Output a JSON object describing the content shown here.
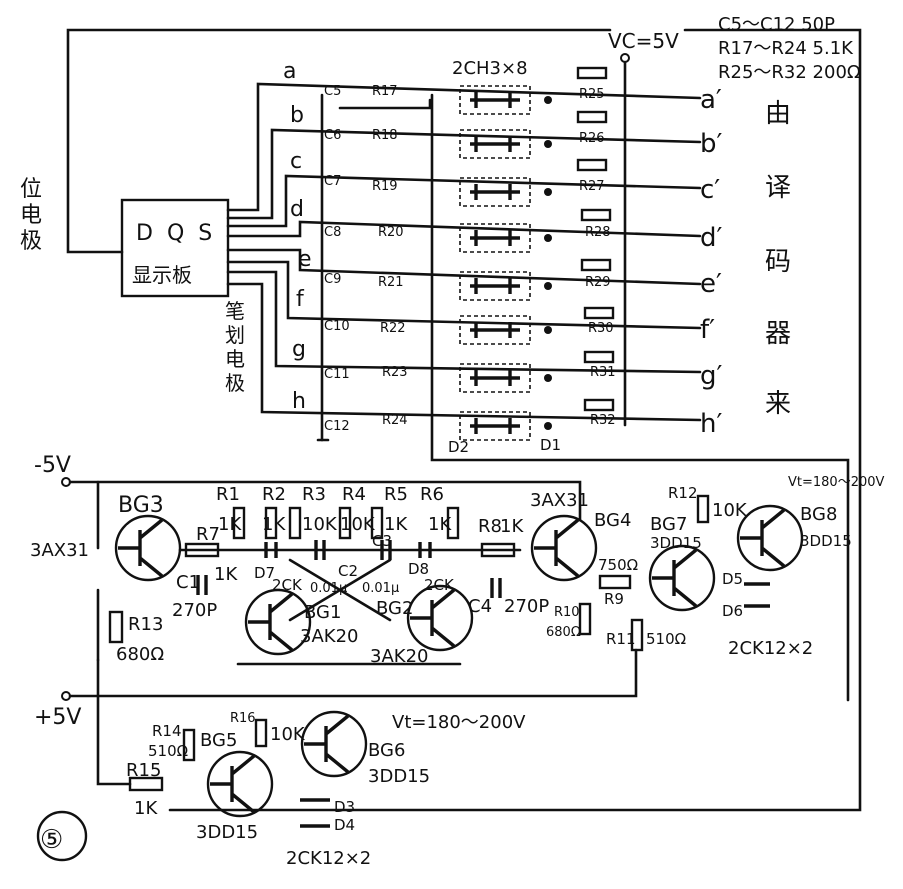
{
  "figure_number": "⑤",
  "display_board": {
    "title": "DQS",
    "subtitle": "显示板"
  },
  "left_labels": {
    "digit_electrode": [
      "位",
      "电",
      "极"
    ],
    "segment_electrode": [
      "笔",
      "划",
      "电",
      "极"
    ]
  },
  "right_labels": [
    "由",
    "译",
    "码",
    "器",
    "来"
  ],
  "inputs": [
    "a",
    "b",
    "c",
    "d",
    "e",
    "f",
    "g",
    "h"
  ],
  "outputs": [
    "a′",
    "b′",
    "c′",
    "d′",
    "e′",
    "f′",
    "g′",
    "h′"
  ],
  "caps_top": [
    "C5",
    "C6",
    "C7",
    "C8",
    "C9",
    "C10",
    "C11",
    "C12"
  ],
  "res_top": [
    "R17",
    "R18",
    "R19",
    "R20",
    "R21",
    "R22",
    "R23",
    "R24"
  ],
  "res_pull": [
    "R25",
    "R26",
    "R27",
    "R28",
    "R29",
    "R30",
    "R31",
    "R32"
  ],
  "diode_array": "2CH3×8",
  "vcc": "VC=5V",
  "notes": [
    "C5～C12  50P",
    "R17～R24  5.1K",
    "R25～R32  200Ω"
  ],
  "diode_marks": [
    "D2",
    "D1"
  ],
  "supply_neg": "-5V",
  "supply_pos": "+5V",
  "transistors": {
    "bg3": {
      "name": "BG3",
      "type": "3AX31"
    },
    "bg1": {
      "name": "BG1",
      "type": "3AK20"
    },
    "bg2": {
      "name": "BG2",
      "type": "3AK20"
    },
    "bg4": {
      "name": "BG4",
      "type": "3AX31"
    },
    "bg7": {
      "name": "BG7",
      "type": "3DD15"
    },
    "bg8": {
      "name": "BG8",
      "type": "3DD15"
    },
    "bg5": {
      "name": "BG5",
      "type": "3DD15"
    },
    "bg6": {
      "name": "BG6",
      "type": "3DD15"
    }
  },
  "resistors": {
    "r1": [
      "R1",
      "1K"
    ],
    "r2": [
      "R2",
      "1K"
    ],
    "r3": [
      "R3",
      "10K"
    ],
    "r4": [
      "R4",
      "10K"
    ],
    "r5": [
      "R5",
      "1K"
    ],
    "r6": [
      "R6",
      "1K"
    ],
    "r7": [
      "R7",
      "1K"
    ],
    "r8": [
      "R8",
      "1K"
    ],
    "r9": [
      "R9",
      "750Ω"
    ],
    "r10": [
      "R10",
      "680Ω"
    ],
    "r11": [
      "R11",
      "510Ω"
    ],
    "r12": [
      "R12",
      "10K"
    ],
    "r13": [
      "R13",
      "680Ω"
    ],
    "r14": [
      "R14",
      "510Ω"
    ],
    "r15": [
      "R15",
      "1K"
    ],
    "r16": [
      "R16",
      "10K"
    ]
  },
  "capacitors": {
    "c1": [
      "C1",
      "270P"
    ],
    "c2": [
      "C2",
      "0.01μ"
    ],
    "c3": [
      "C3",
      "0.01μ"
    ],
    "c4": [
      "C4",
      "270P"
    ]
  },
  "diodes": {
    "d7": [
      "D7",
      "2CK"
    ],
    "d8": [
      "D8",
      "2CK"
    ],
    "d56": [
      "D5",
      "D6",
      "2CK12×2"
    ],
    "d34": [
      "D3",
      "D4",
      "2CK12×2"
    ]
  },
  "vt_labels": [
    "Vt=180～200V",
    "Vt=180～200V"
  ]
}
